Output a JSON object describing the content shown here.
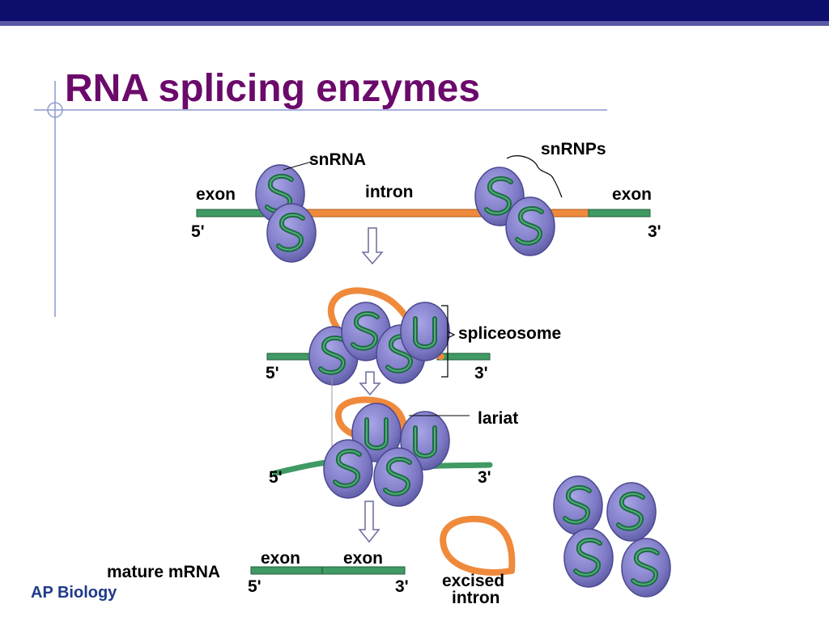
{
  "slide": {
    "title": "RNA splicing enzymes",
    "footer": "AP Biology"
  },
  "colors": {
    "title": "#6b0a6b",
    "header_bar": "#0d0d6b",
    "footer_text": "#1e3a8a",
    "exon": "#3f9a63",
    "intron": "#ef8a3c",
    "snrnp_body": "#7c78c4",
    "snrna_strand": "#1f6b45"
  },
  "labels": {
    "top_exon_left": "exon",
    "top_intron": "intron",
    "top_exon_right": "exon",
    "top_five_prime": "5'",
    "top_three_prime": "3'",
    "snrna": "snRNA",
    "snrnps": "snRNPs",
    "spliceosome": "spliceosome",
    "mid_five_prime": "5'",
    "mid_three_prime": "3'",
    "lariat": "lariat",
    "lariat_five_prime": "5'",
    "lariat_three_prime": "3'",
    "mature_mrna": "mature mRNA",
    "bottom_exon_left": "exon",
    "bottom_exon_right": "exon",
    "bottom_five_prime": "5'",
    "bottom_three_prime": "3'",
    "excised_intron_line1": "excised",
    "excised_intron_line2": "intron"
  }
}
